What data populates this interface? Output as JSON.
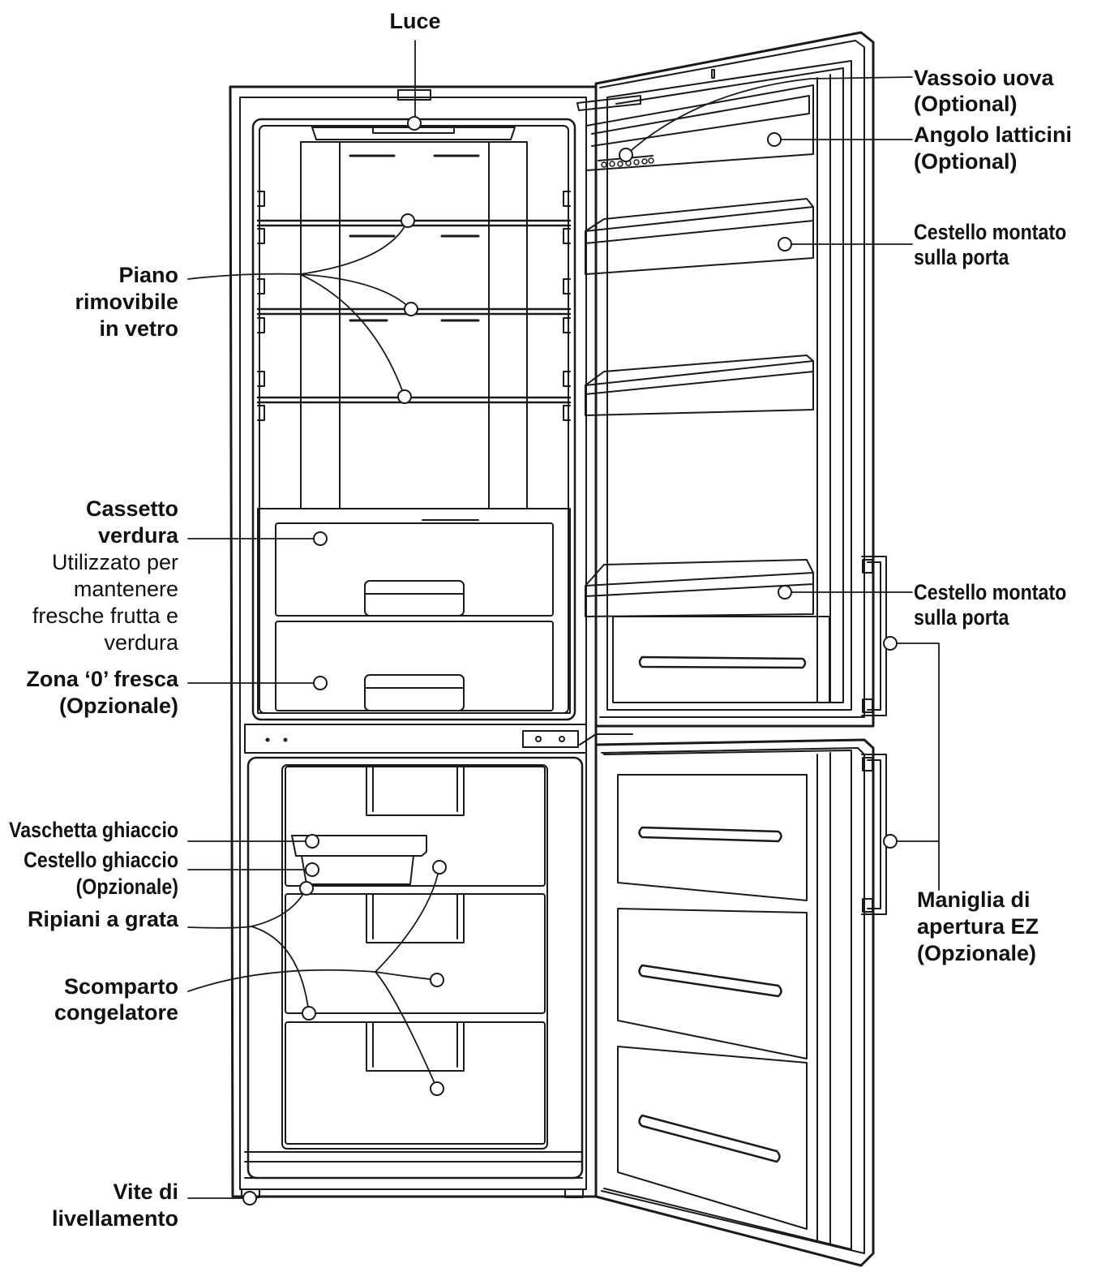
{
  "labels": {
    "luce": "Luce",
    "vassoio_uova_1": "Vassoio uova",
    "vassoio_uova_2": "(Optional)",
    "angolo_latticini_1": "Angolo latticini",
    "angolo_latticini_2": "(Optional)",
    "cestello_porta_top_1": "Cestello montato",
    "cestello_porta_top_2": "sulla porta",
    "piano_1": "Piano",
    "piano_2": "rimovibile",
    "piano_3": "in vetro",
    "cassetto_1": "Cassetto",
    "cassetto_2": "verdura",
    "cassetto_desc_1": "Utilizzato per",
    "cassetto_desc_2": "mantenere",
    "cassetto_desc_3": "fresche frutta e",
    "cassetto_desc_4": "verdura",
    "cestello_porta_mid_1": "Cestello montato",
    "cestello_porta_mid_2": "sulla porta",
    "zona_1": "Zona ‘0’ fresca",
    "zona_2": "(Opzionale)",
    "vaschetta": "Vaschetta ghiaccio",
    "cestello_ghiaccio_1": "Cestello ghiaccio",
    "cestello_ghiaccio_2": "(Opzionale)",
    "ripiani": "Ripiani a grata",
    "maniglia_1": "Maniglia di",
    "maniglia_2": "apertura EZ",
    "maniglia_3": "(Opzionale)",
    "scomparto_1": "Scomparto",
    "scomparto_2": "congelatore",
    "vite_1": "Vite di",
    "vite_2": "livellamento"
  },
  "colors": {
    "line": "#1a1a1a",
    "background": "#ffffff"
  }
}
